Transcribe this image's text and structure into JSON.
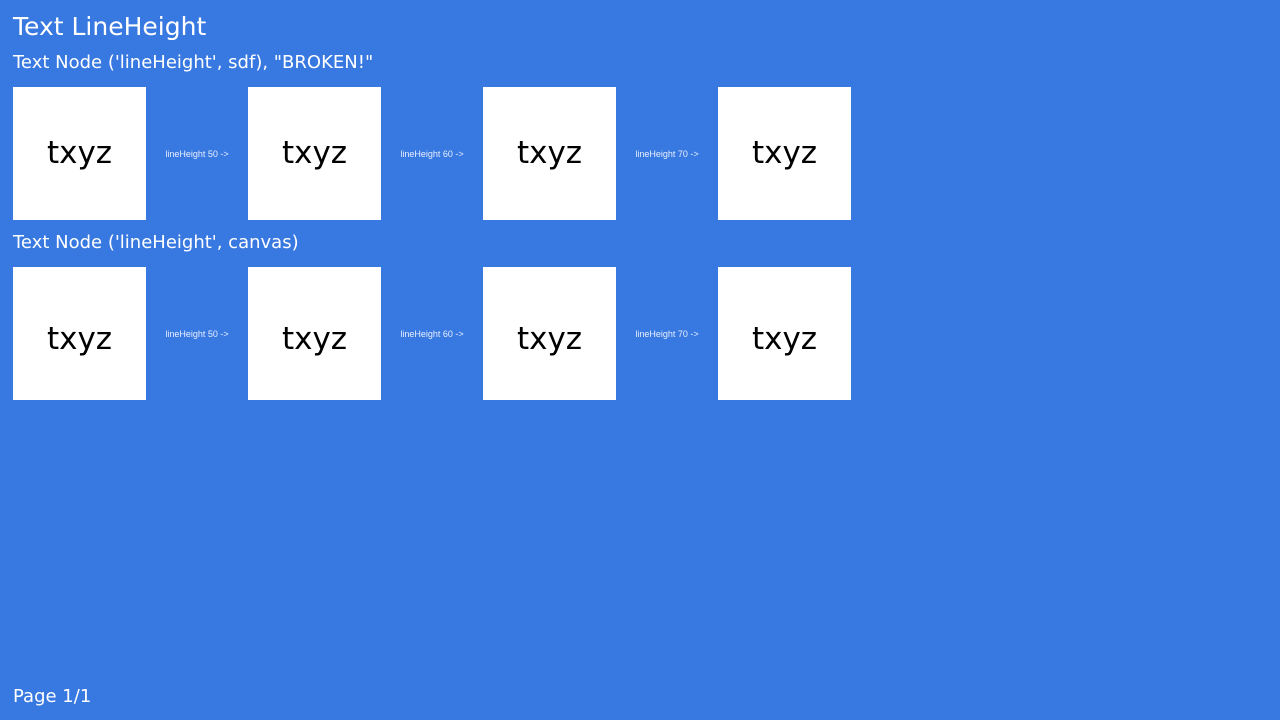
{
  "page": {
    "title": "Text LineHeight",
    "footer": "Page 1/1"
  },
  "sections": [
    {
      "title": "Text Node ('lineHeight', sdf), \"BROKEN!\"",
      "samples": [
        "txyz",
        "txyz",
        "txyz",
        "txyz"
      ],
      "arrows": [
        "lineHeight 50 ->",
        "lineHeight 60 ->",
        "lineHeight 70 ->"
      ]
    },
    {
      "title": "Text Node ('lineHeight', canvas)",
      "samples": [
        "txyz",
        "txyz",
        "txyz",
        "txyz"
      ],
      "arrows": [
        "lineHeight 50 ->",
        "lineHeight 60 ->",
        "lineHeight 70 ->"
      ]
    }
  ],
  "colors": {
    "background": "#3878e1",
    "box": "#ffffff",
    "sample_text": "#000000",
    "label_text": "#ffffff"
  }
}
